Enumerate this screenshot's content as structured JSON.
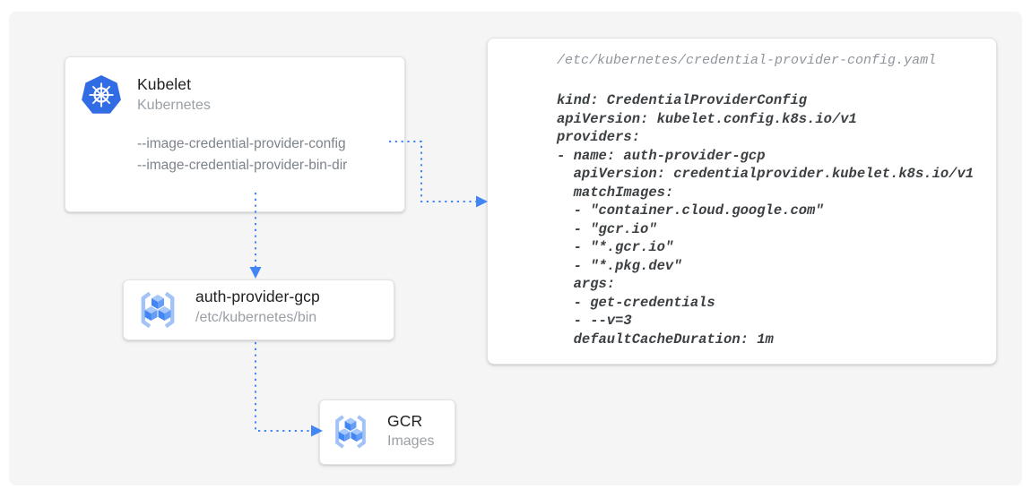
{
  "colors": {
    "arrow_blue": "#4285f4",
    "kubernetes_blue": "#326ce5",
    "gcr_icon_blue": "#4285f4",
    "panel_bg": "#f5f5f5",
    "code_text": "#3c4043",
    "muted_text": "#8f959c"
  },
  "icons": {
    "kubelet": "kubernetes-wheel-icon",
    "auth_provider": "gcr-cubes-icon",
    "gcr": "gcr-cubes-icon"
  },
  "nodes": {
    "kubelet": {
      "title": "Kubelet",
      "subtitle": "Kubernetes",
      "flags": [
        "--image-credential-provider-config",
        "--image-credential-provider-bin-dir"
      ]
    },
    "auth_provider": {
      "title": "auth-provider-gcp",
      "subtitle": "/etc/kubernetes/bin"
    },
    "gcr": {
      "title": "GCR",
      "subtitle": "Images"
    }
  },
  "code_panel": {
    "filename": "/etc/kubernetes/credential-provider-config.yaml",
    "lines": [
      "kind: CredentialProviderConfig",
      "apiVersion: kubelet.config.k8s.io/v1",
      "providers:",
      "- name: auth-provider-gcp",
      "  apiVersion: credentialprovider.kubelet.k8s.io/v1",
      "  matchImages:",
      "  - \"container.cloud.google.com\"",
      "  - \"gcr.io\"",
      "  - \"*.gcr.io\"",
      "  - \"*.pkg.dev\"",
      "  args:",
      "  - get-credentials",
      "  - --v=3",
      "  defaultCacheDuration: 1m"
    ]
  }
}
